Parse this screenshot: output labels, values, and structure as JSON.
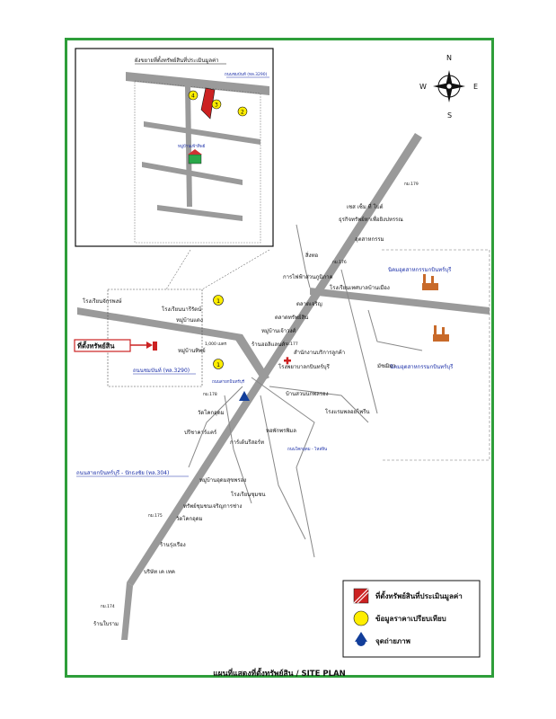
{
  "inset": {
    "title": "ผังขยายที่ตั้งทรัพย์สินที่ประเมินมูลค่า",
    "road_label": "ถนนชมบันท์ (ทล.3290)",
    "village_label": "หมู่บ้านเฟ้าทิพย์",
    "markers": [
      "4",
      "3",
      "2"
    ]
  },
  "compass": {
    "n": "N",
    "s": "S",
    "e": "E",
    "w": "W"
  },
  "map": {
    "places": [
      "เซส เซ็ม ที่ โบต์",
      "ธุรกิจทรัพย์หาเพื่อยิงปหรรณ",
      "อุตสาหกรรม",
      "สิ่งทอ",
      "นิคมอุตสาหกรรมกบินทร์บุรี",
      "การไฟฟ้าส่วนภูมิภาค",
      "โรงเรียนเทศบาลบ้านเมือง",
      "ตลาดเจริญ",
      "ตลาดทรัพย์สิน",
      "หมู่บ้านเจ้าวงศ์",
      "ร้านฮอลิแลนด์",
      "สำนักงานบริการลูกค้า",
      "โรงพยาบาลกบินทร์บุรี",
      "นิคมอุตสาหกรรมกบินทร์บุรี",
      "มัชฌิมา",
      "โรงเรียนจักรพงษ์",
      "โรงเรียนนารีรัตน์",
      "หมู่บ้านแดง",
      "ที่ตั้งทรัพย์สิน",
      "หมู่บ้านทิพย์",
      "วัดโคกอุดม",
      "ปรีชาคาร์แคร์",
      "การ์เด้นรีสอร์ท",
      "หมู่บ้านอุดมสุขพรอง",
      "โรงเรียนชุมชน",
      "ทรัพย์ชุมชนเจริญการช่าง",
      "วัดโคกอุดม",
      "ร้านรุ่งเรือง",
      "บริษัท เค เทค",
      "ร้านใบราม",
      "บ้านสวนนกพลรอง",
      "โรงแรมพลอยไพรีน",
      "หอพักพรพิมล"
    ],
    "road_label_304": "ถนนสายกบินทร์บุรี - ปักธงชัย (ทล.304)",
    "road_label_3290": "ถนนชมบันท์ (ทล.3290)",
    "km_labels": [
      "กม.175",
      "กม.176",
      "กม.177",
      "กม.178",
      "กม.179",
      "กม.174"
    ],
    "distance_label": "1,000 เมตร",
    "subject_label": "ที่ตั้งทรัพย์สิน",
    "to_label_1": "ถนนสายกบินทร์บุรี",
    "to_label_2": "ถนนโคกอุดม - ไหล่หิน"
  },
  "legend": {
    "items": [
      {
        "label": "ที่ตั้งทรัพย์สินที่ประเมินมูลค่า"
      },
      {
        "label": "ข้อมูลราคาเปรียบเทียบ"
      },
      {
        "label": "จุดถ่ายภาพ"
      }
    ]
  },
  "footer": "แผนที่แสดงที่ตั้งทรัพย์สิน / SITE PLAN",
  "colors": {
    "frame": "#2e9e3a",
    "road": "#9a9a9a",
    "subject": "#cc2222",
    "comparable": "#ffee00",
    "camera": "#123e9a",
    "label_blue": "#1a2ea8"
  }
}
